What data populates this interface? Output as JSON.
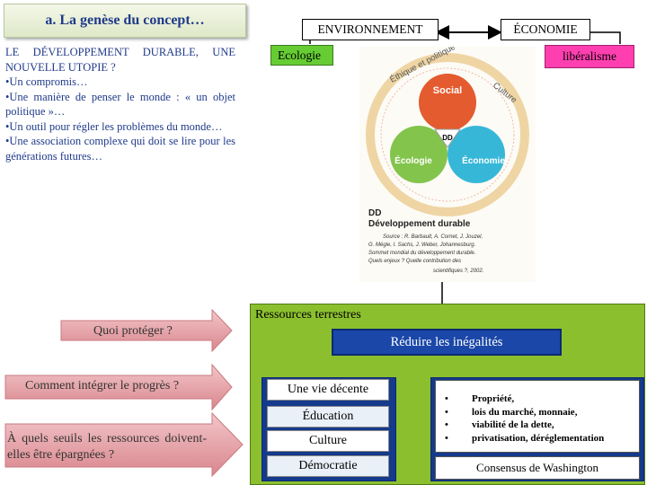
{
  "title": "a. La genèse du concept…",
  "intro": {
    "heading": "LE DÉVELOPPEMENT DURABLE, UNE NOUVELLE UTOPIE ?",
    "bullets": [
      "•Un compromis…",
      "•Une manière de penser le monde : « un objet politique »…",
      "•Un outil pour régler les problèmes du monde…",
      "•Une association complexe qui doit se lire pour les générations futures…"
    ]
  },
  "top": {
    "env": "ENVIRONNEMENT",
    "eco": "ÉCONOMIE",
    "ecologie": "Ecologie",
    "liberalisme": "libéralisme"
  },
  "venn": {
    "ring_top": "Éthique et politique",
    "ring_right": "Culture",
    "social": "Social",
    "ecologie": "Écologie",
    "economie": "Économie",
    "center": "DD",
    "caption_dd": "DD",
    "caption_title": "Développement durable",
    "source": [
      "Source : R. Barbault, A. Cornet, J. Jouzel,",
      "G. Mégie, I. Sachs, J. Weber, Johannesburg.",
      "Sommet mondial du développement durable.",
      "Quels enjeux ? Quelle contribution des",
      "scientifiques ?, 2002."
    ]
  },
  "questions": {
    "q1": "Quoi protéger ?",
    "q2": "Comment intégrer le progrès ?",
    "q3": "À quels seuils les ressources doivent-elles être épargnées ?"
  },
  "panel": {
    "ressources": "Ressources terrestres",
    "reduire": "Réduire les inégalités",
    "items": [
      "Une vie décente",
      "Éducation",
      "Culture",
      "Démocratie"
    ],
    "list": [
      "Propriété,",
      "lois du marché, monnaie,",
      "viabilité de la dette,",
      "privatisation, déréglementation"
    ],
    "bullet": "•",
    "washington": "Consensus de Washington"
  },
  "colors": {
    "title_text": "#1f3a8a",
    "ecologie_box": "#66cc33",
    "liberal_box": "#ff3fb0",
    "panel_green": "#8cbf2e",
    "dark_blue": "#143a8c",
    "social": "#e35b2e",
    "ecologie": "#7cc142",
    "economie": "#2bb3d6",
    "ring": "#efd5a4",
    "arrow_pink": "#e6a3a9"
  }
}
